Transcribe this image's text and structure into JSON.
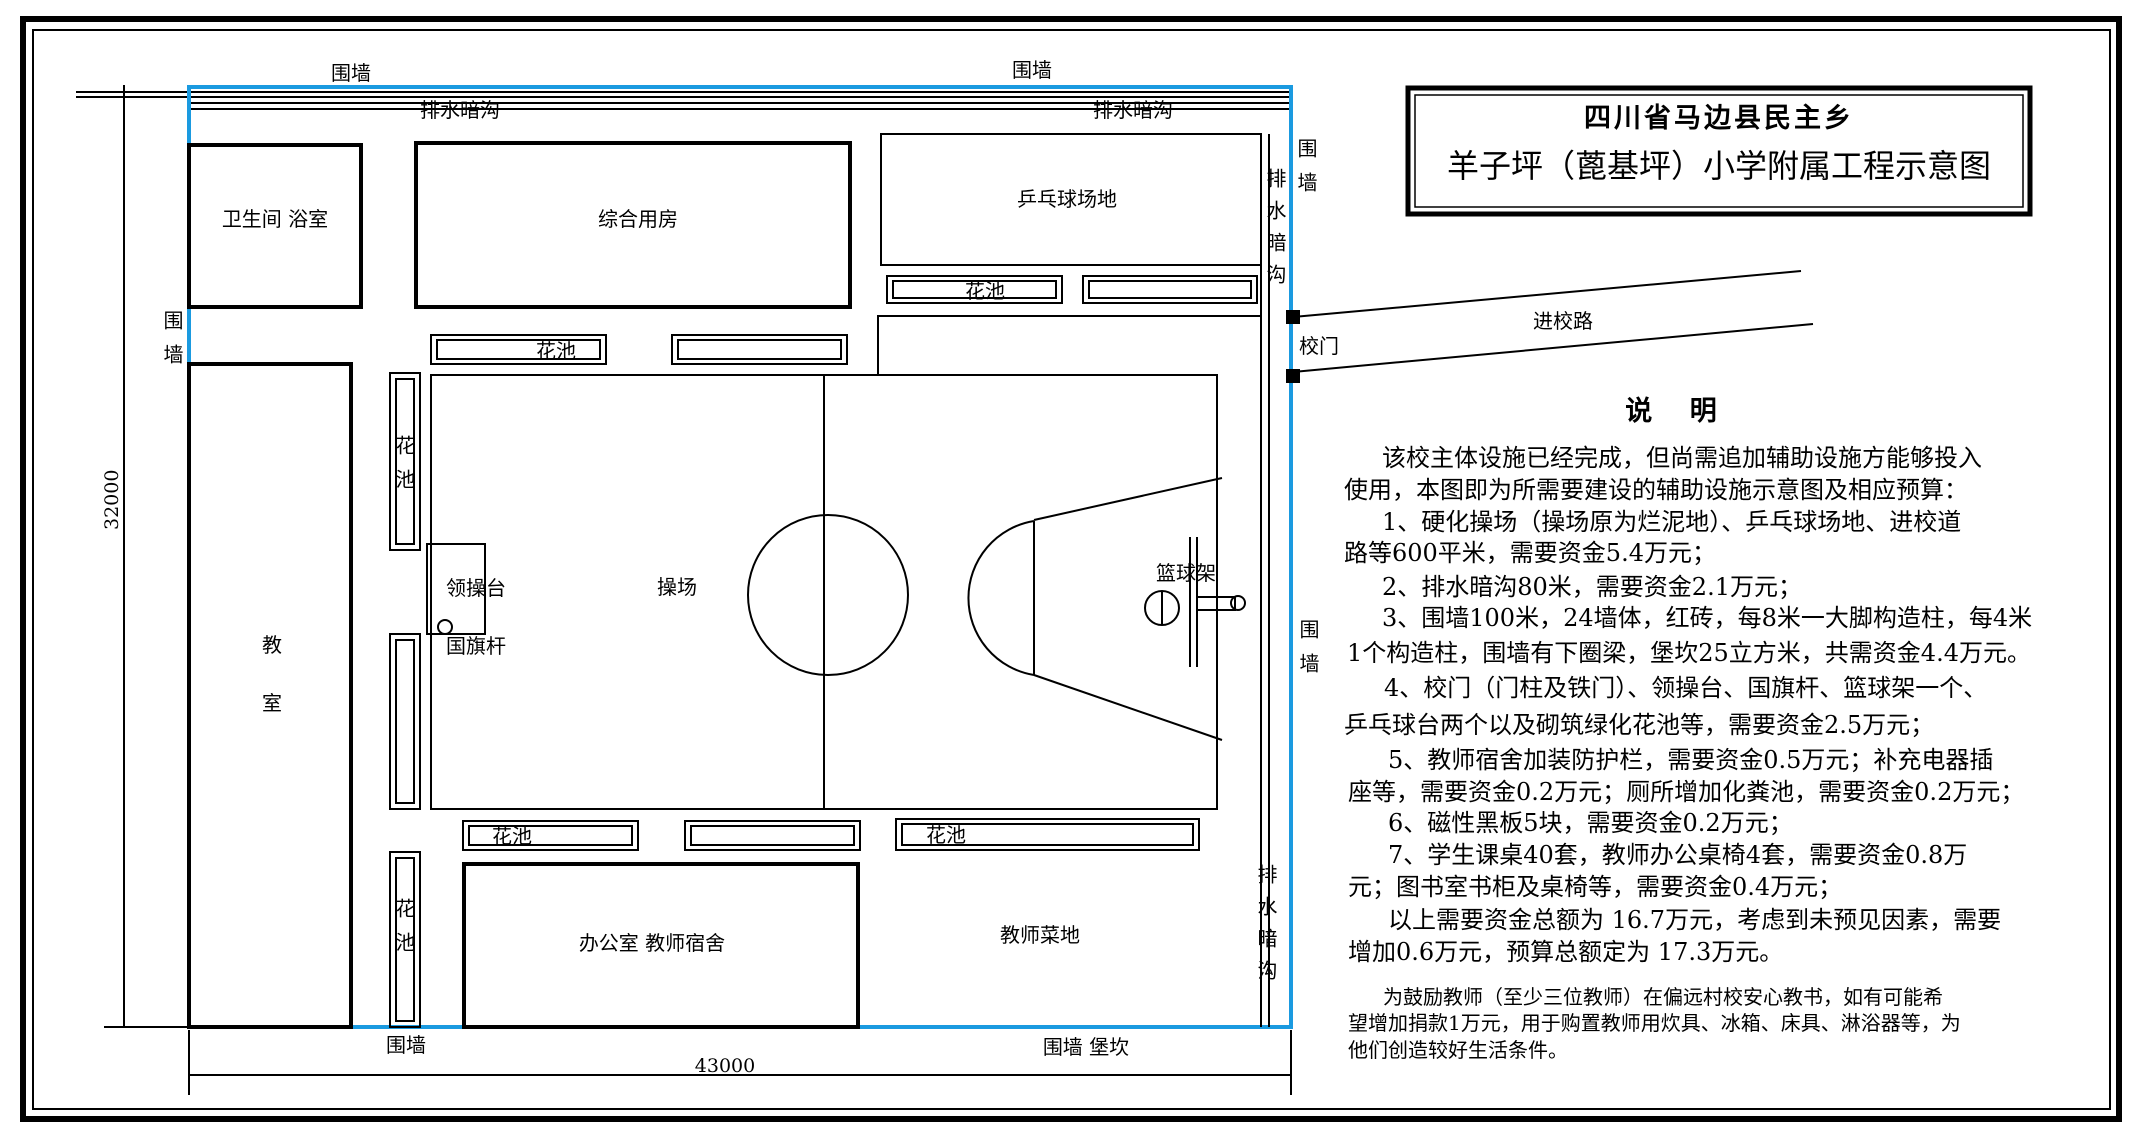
{
  "title": {
    "line1": "四川省马边县民主乡",
    "line2": "羊子坪（蓖基坪）小学附属工程示意图"
  },
  "labels": {
    "wall": "围墙",
    "drain": "排水暗沟",
    "toilet": "卫生间  浴室",
    "multi_room": "综合用房",
    "pingpong": "乒乓球场地",
    "flower_bed": "花池",
    "playground": "操场",
    "stage": "领操台",
    "flagpole": "国旗杆",
    "hoop": "篮球架",
    "classroom_1": "教",
    "classroom_2": "室",
    "office": "办公室 教师宿舍",
    "garden": "教师菜地",
    "gate": "校门",
    "road": "进校路",
    "wall_retaining": "围墙  堡坎",
    "dim_height": "32000",
    "dim_width": "43000"
  },
  "notes": {
    "heading": "说    明",
    "lines": [
      "该校主体设施已经完成，但尚需追加辅助设施方能够投入",
      "使用，本图即为所需要建设的辅助设施示意图及相应预算：",
      "1、硬化操场（操场原为烂泥地）、乒乓球场地、进校道",
      "路等600平米，需要资金5.4万元；",
      "2、排水暗沟80米，需要资金2.1万元；",
      "3、围墙100米，24墙体，红砖，每8米一大脚构造柱，每4米",
      "1个构造柱，围墙有下圈梁，堡坎25立方米，共需资金4.4万元。",
      "4、校门（门柱及铁门）、领操台、国旗杆、篮球架一个、",
      "乒乓球台两个以及砌筑绿化花池等，需要资金2.5万元；",
      "5、教师宿舍加装防护栏，需要资金0.5万元；补充电器插",
      "座等，需要资金0.2万元；厕所增加化粪池，需要资金0.2万元；",
      "6、磁性黑板5块，需要资金0.2万元；",
      "7、学生课桌40套，教师办公桌椅4套，需要资金0.8万",
      "元；图书室书柜及桌椅等，需要资金0.4万元；",
      "以上需要资金总额为 16.7万元，考虑到未预见因素，需要",
      "增加0.6万元，预算总额定为 17.3万元。"
    ],
    "extra": [
      "为鼓励教师（至少三位教师）在偏远村校安心教书，如有可能希",
      "望增加捐款1万元，用于购置教师用炊具、冰箱、床具、淋浴器等，为",
      "他们创造较好生活条件。"
    ]
  },
  "colors": {
    "wall_blue": "#1a9ae0",
    "ink": "#000000"
  }
}
